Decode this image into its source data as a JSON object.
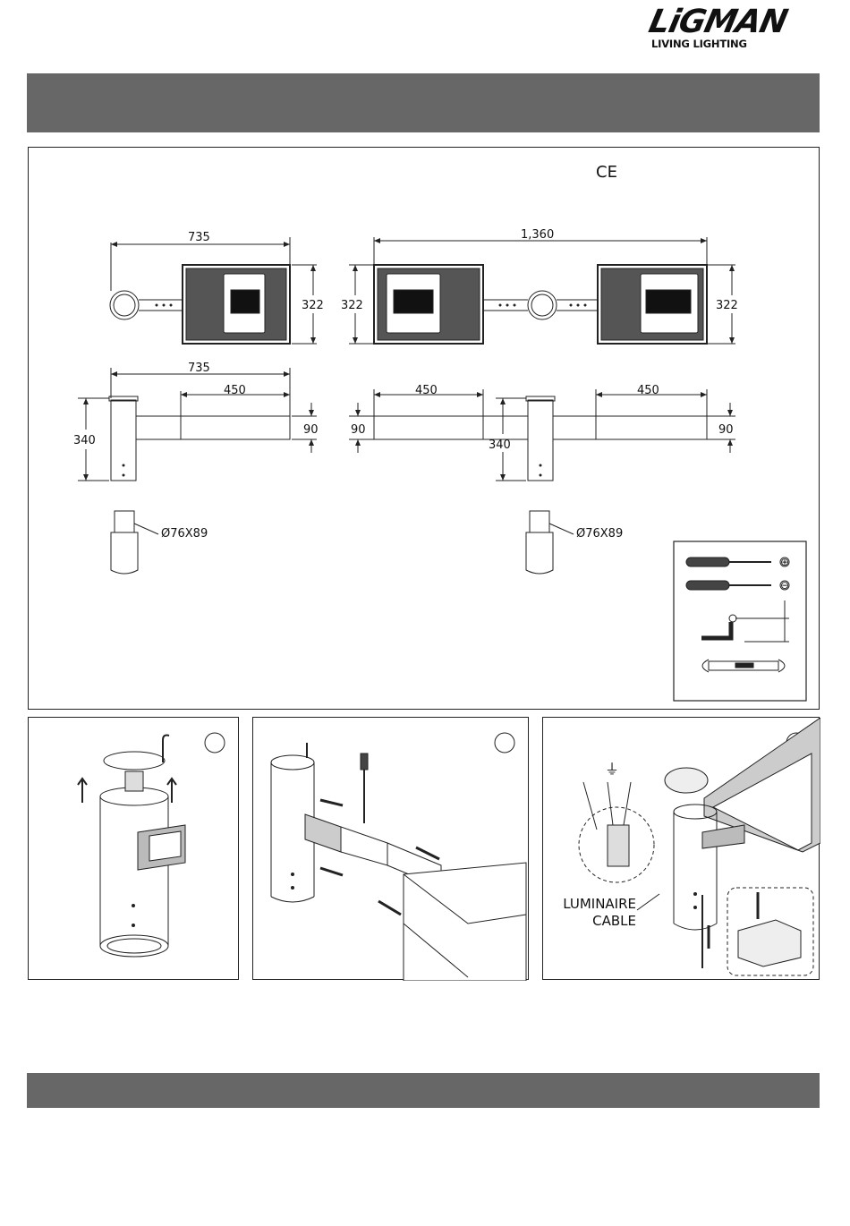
{
  "brand": {
    "name": "LiGMAN",
    "tagline": "LIVING LIGHTING"
  },
  "certification": {
    "mark": "CE"
  },
  "dimensions": {
    "top_single_width": "735",
    "top_double_width": "1,360",
    "top_heights": [
      "322",
      "322",
      "322"
    ],
    "side_single_width": "735",
    "side_segments": [
      "450",
      "450",
      "450"
    ],
    "side_heights": [
      "340",
      "340"
    ],
    "side_thickness": [
      "90",
      "90",
      "90"
    ],
    "pole_labels": [
      "Ø76X89",
      "Ø76X89"
    ]
  },
  "tools": {
    "items": [
      "phillips-screwdriver",
      "flat-screwdriver",
      "hex-key",
      "spanner"
    ],
    "symbols": [
      "⊕",
      "⊖"
    ]
  },
  "steps": [
    {
      "panel": "step-1"
    },
    {
      "panel": "step-2"
    },
    {
      "panel": "step-3",
      "callout": [
        "LUMINAIRE",
        "CABLE"
      ],
      "ground_symbol": "⏚"
    }
  ],
  "colors": {
    "header_bar": "#676767",
    "line": "#222222"
  }
}
